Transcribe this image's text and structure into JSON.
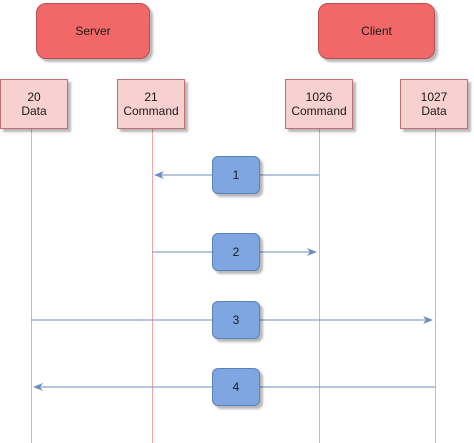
{
  "header": {
    "server_label": "Server",
    "client_label": "Client"
  },
  "ports": [
    {
      "number": "20",
      "role": "Data"
    },
    {
      "number": "21",
      "role": "Command"
    },
    {
      "number": "1026",
      "role": "Command"
    },
    {
      "number": "1027",
      "role": "Data"
    }
  ],
  "steps": [
    {
      "label": "1"
    },
    {
      "label": "2"
    },
    {
      "label": "3"
    },
    {
      "label": "4"
    }
  ],
  "colors": {
    "header_fill": "#f26868",
    "port_fill": "#f7d0d0",
    "step_fill": "#7ea6e0",
    "arrow": "#6c8ebf",
    "lifeline": "#f0a8a8"
  }
}
